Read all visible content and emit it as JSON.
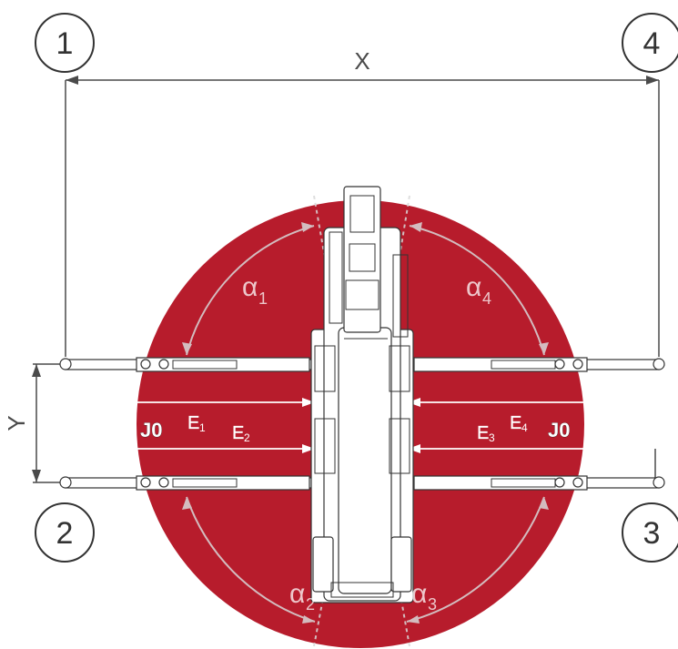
{
  "colors": {
    "area": "#b71c2c",
    "lines": "#4a4a4a",
    "white": "#ffffff"
  },
  "positions_labels": [
    "1",
    "2",
    "3",
    "4"
  ],
  "dimensions": {
    "x_label": "X",
    "y_label": "Y"
  },
  "angles": {
    "a1": {
      "symbol": "α",
      "sub": "1"
    },
    "a2": {
      "symbol": "α",
      "sub": "2"
    },
    "a3": {
      "symbol": "α",
      "sub": "3"
    },
    "a4": {
      "symbol": "α",
      "sub": "4"
    }
  },
  "extensions": {
    "left_j": "J0",
    "right_j": "J0",
    "e1": {
      "letter": "E",
      "sub": "1"
    },
    "e2": {
      "letter": "E",
      "sub": "2"
    },
    "e3": {
      "letter": "E",
      "sub": "3"
    },
    "e4": {
      "letter": "E",
      "sub": "4"
    }
  }
}
